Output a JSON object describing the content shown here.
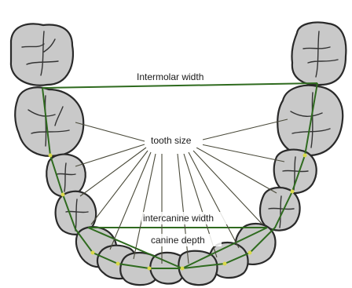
{
  "labels": {
    "intermolar_width": "Intermolar width",
    "tooth_size": "tooth size",
    "intercanine_width": "intercanine width",
    "canine_depth": "canine depth"
  },
  "colors": {
    "tooth_fill": "#c9c9c9",
    "tooth_outline": "#2a2a2a",
    "measurement_line": "#2f6b1f",
    "pointer_line": "#4a4a3a",
    "background": "#ffffff"
  }
}
